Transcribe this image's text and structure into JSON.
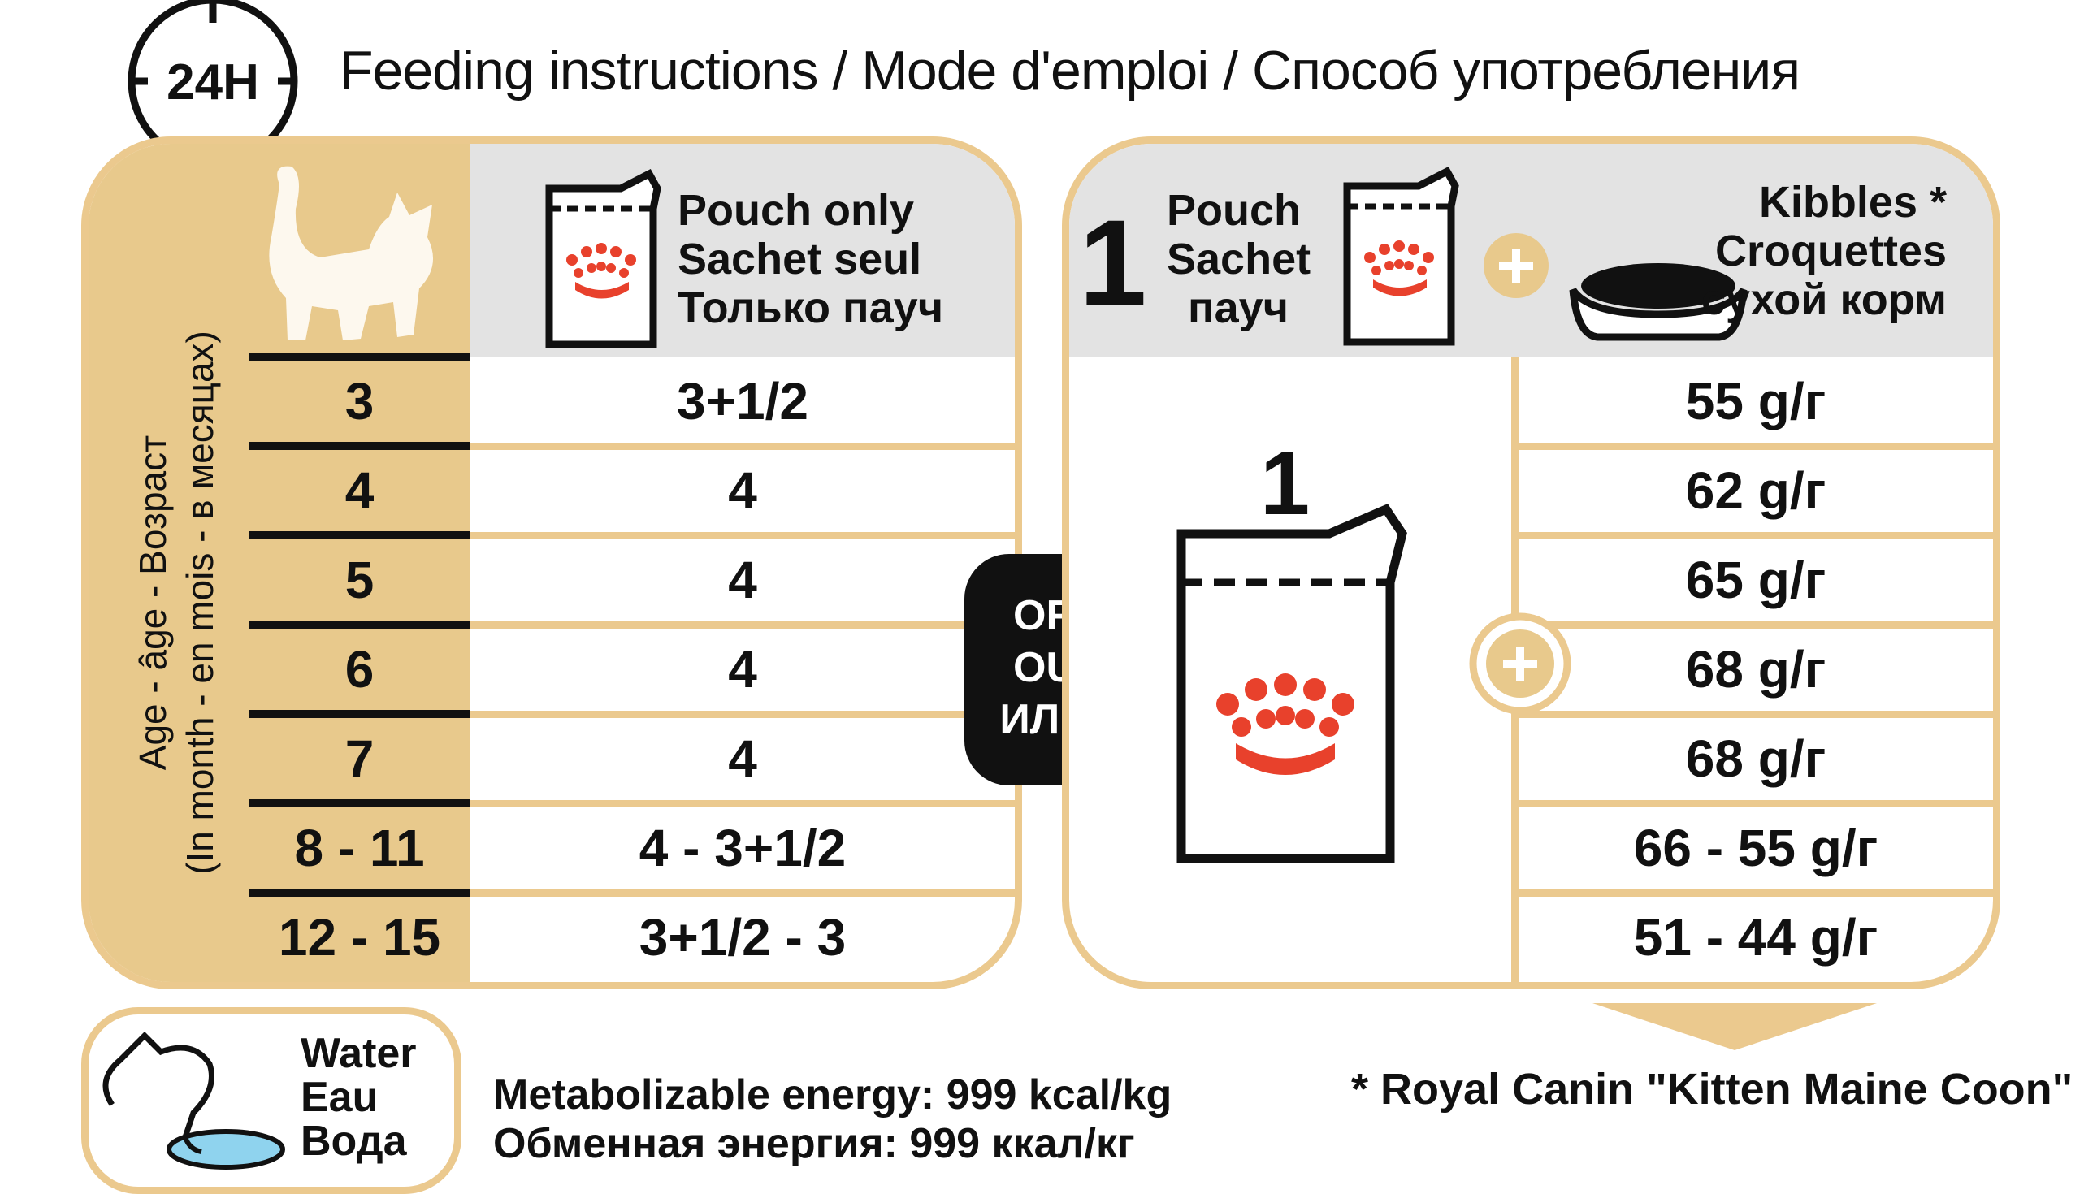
{
  "header": {
    "clock_label": "24H",
    "title": "Feeding instructions / Mode d'emploi / Способ употребления"
  },
  "left_table": {
    "age_axis_label_1": "Age - âge - Возраст",
    "age_axis_label_2": "(In month - en mois - в месяцах)",
    "pouch_header": [
      "Pouch only",
      "Sachet seul",
      "Только пауч"
    ],
    "rows": [
      {
        "age": "3",
        "pouches": "3+1/2"
      },
      {
        "age": "4",
        "pouches": "4"
      },
      {
        "age": "5",
        "pouches": "4"
      },
      {
        "age": "6",
        "pouches": "4"
      },
      {
        "age": "7",
        "pouches": "4"
      },
      {
        "age": "8 - 11",
        "pouches": "4 - 3+1/2"
      },
      {
        "age": "12 - 15",
        "pouches": "3+1/2 - 3"
      }
    ]
  },
  "or_badge": [
    "OR",
    "OU",
    "ИЛИ"
  ],
  "right_table": {
    "pouch_count": "1",
    "pouch_header": [
      "Pouch",
      "Sachet",
      "пауч"
    ],
    "kibbles_header": [
      "Kibbles *",
      "Croquettes",
      "сухой корм"
    ],
    "big_pouch_count": "1",
    "kibbles_rows": [
      "55 g/г",
      "62 g/г",
      "65 g/г",
      "68 g/г",
      "68 g/г",
      "66 - 55 g/г",
      "51 - 44 g/г"
    ]
  },
  "footer": {
    "water": [
      "Water",
      "Eau",
      "Вода"
    ],
    "energy_en": "Metabolizable energy: 999 kcal/kg",
    "energy_ru": "Обменная энергия: 999 ккал/кг",
    "kibbles_note": "* Royal Canin \"Kitten Maine Coon\""
  },
  "colors": {
    "gold": "#ebc98e",
    "crown_red": "#e8412c",
    "header_gray": "#e3e3e3"
  },
  "icons": [
    "clock-icon",
    "kitten-icon",
    "pouch-icon",
    "crown-icon",
    "plus-icon",
    "bowl-icon",
    "water-cat-icon",
    "arrow-down-icon"
  ]
}
